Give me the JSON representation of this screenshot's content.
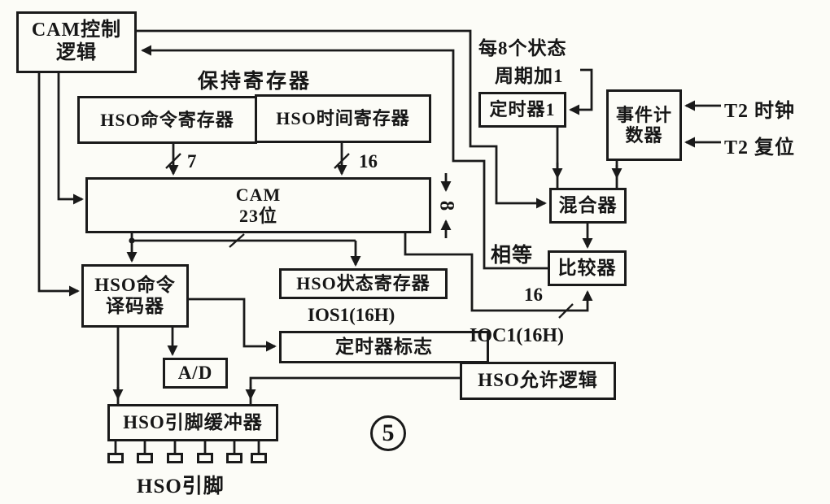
{
  "figure": {
    "badge": "5"
  },
  "boxes": {
    "cam_control": {
      "line1": "CAM控制",
      "line2": "逻辑"
    },
    "hso_cmd_reg": {
      "label": "HSO命令寄存器"
    },
    "hso_time_reg": {
      "label": "HSO时间寄存器"
    },
    "cam": {
      "line1": "CAM",
      "line2": "23位"
    },
    "timer1": {
      "label": "定时器1"
    },
    "event_counter": {
      "line1": "事件计",
      "line2": "数器"
    },
    "mixer": {
      "label": "混合器"
    },
    "comparator": {
      "label": "比较器"
    },
    "hso_cmd_decoder": {
      "line1": "HSO命令",
      "line2": "译码器"
    },
    "hso_status_reg": {
      "label": "HSO状态寄存器"
    },
    "timer_flags": {
      "label": "定时器标志"
    },
    "ad_converter": {
      "label": "A/D"
    },
    "hso_enable_logic": {
      "label": "HSO允许逻辑"
    },
    "hso_pin_buffer": {
      "label": "HSO引脚缓冲器"
    }
  },
  "labels": {
    "holding_register": "保持寄存器",
    "increment_note_line1": "每8个状态",
    "increment_note_line2": "周期加1",
    "t2_clock": "T2 时钟",
    "t2_reset": "T2 复位",
    "equal": "相等",
    "bus_width_7": "7",
    "bus_width_16_time": "16",
    "bus_width_16_compare": "16",
    "cam_depth_8": "8",
    "ios1_register": "IOS1(16H)",
    "ioc1_register": "IOC1(16H)",
    "hso_pins": "HSO引脚"
  }
}
